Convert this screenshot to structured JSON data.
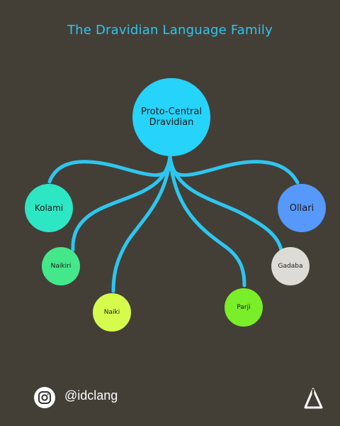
{
  "title": "The Dravidian Language Family",
  "root": {
    "line1": "Proto-Central",
    "line2": "Dravidian"
  },
  "children": [
    {
      "id": "kolami",
      "label": "Kolami",
      "color": "#2de6c4"
    },
    {
      "id": "ollari",
      "label": "Ollari",
      "color": "#5798fb"
    },
    {
      "id": "naikiri",
      "label": "Naikiri",
      "color": "#45e78b"
    },
    {
      "id": "gadaba",
      "label": "Gadaba",
      "color": "#dcdbd6"
    },
    {
      "id": "naiki",
      "label": "Naiki",
      "color": "#d6fb4d"
    },
    {
      "id": "parji",
      "label": "Parji",
      "color": "#7aee28"
    }
  ],
  "colors": {
    "background": "#433f37",
    "accent": "#2dc6ef",
    "root": "#26d3fb"
  },
  "footer": {
    "handle": "@idclang",
    "icon": "instagram-icon",
    "logo": "idc-logo"
  }
}
